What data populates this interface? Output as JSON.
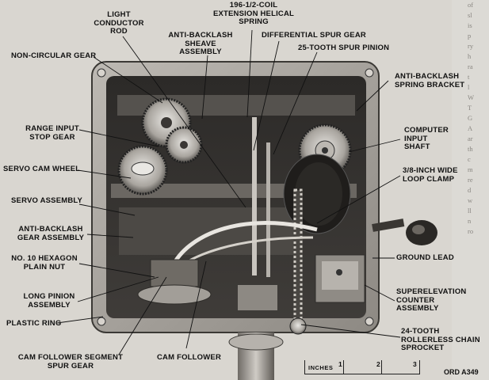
{
  "figure_id": "ORD A349",
  "labels": {
    "light_conductor_rod": [
      "LIGHT",
      "CONDUCTOR",
      "ROD"
    ],
    "extension_helical_spring": [
      "196-1/2-COIL",
      "EXTENSION HELICAL",
      "SPRING"
    ],
    "anti_backlash_sheave_assembly": [
      "ANTI-BACKLASH",
      "SHEAVE",
      "ASSEMBLY"
    ],
    "differential_spur_gear": [
      "DIFFERENTIAL SPUR GEAR"
    ],
    "spur_pinion_25_tooth": [
      "25-TOOTH SPUR PINION"
    ],
    "non_circular_gear": [
      "NON-CIRCULAR GEAR"
    ],
    "anti_backlash_spring_bracket": [
      "ANTI-BACKLASH",
      "SPRING BRACKET"
    ],
    "range_input_stop_gear": [
      "RANGE INPUT",
      "STOP GEAR"
    ],
    "computer_input_shaft": [
      "COMPUTER",
      "INPUT",
      "SHAFT"
    ],
    "servo_cam_wheel": [
      "SERVO CAM WHEEL"
    ],
    "loop_clamp": [
      "3/8-INCH WIDE",
      "LOOP CLAMP"
    ],
    "servo_assembly": [
      "SERVO ASSEMBLY"
    ],
    "anti_backlash_gear_assembly": [
      "ANTI-BACKLASH",
      "GEAR ASSEMBLY"
    ],
    "ground_lead": [
      "GROUND LEAD"
    ],
    "hexagon_plain_nut": [
      "NO. 10 HEXAGON",
      "PLAIN NUT"
    ],
    "superelevation_counter_assembly": [
      "SUPERELEVATION",
      "COUNTER",
      "ASSEMBLY"
    ],
    "long_pinion_assembly": [
      "LONG PINION",
      "ASSEMBLY"
    ],
    "plastic_ring": [
      "PLASTIC RING"
    ],
    "rollerless_chain_sprocket": [
      "24-TOOTH",
      "ROLLERLESS CHAIN",
      "SPROCKET"
    ],
    "cam_follower_segment_spur_gear": [
      "CAM FOLLOWER SEGMENT",
      "SPUR GEAR"
    ],
    "cam_follower": [
      "CAM FOLLOWER"
    ]
  },
  "scale": {
    "label": "INCHES",
    "ticks": [
      "1",
      "2",
      "3"
    ]
  },
  "page_fragment": [
    "of",
    "sl",
    "is",
    "p",
    "ry",
    "h",
    "ra",
    "t",
    "l",
    "W",
    "T",
    "G",
    "A",
    "ar",
    "th",
    "c",
    "m",
    "re",
    "d",
    "w",
    "ll",
    "n",
    "ro"
  ]
}
